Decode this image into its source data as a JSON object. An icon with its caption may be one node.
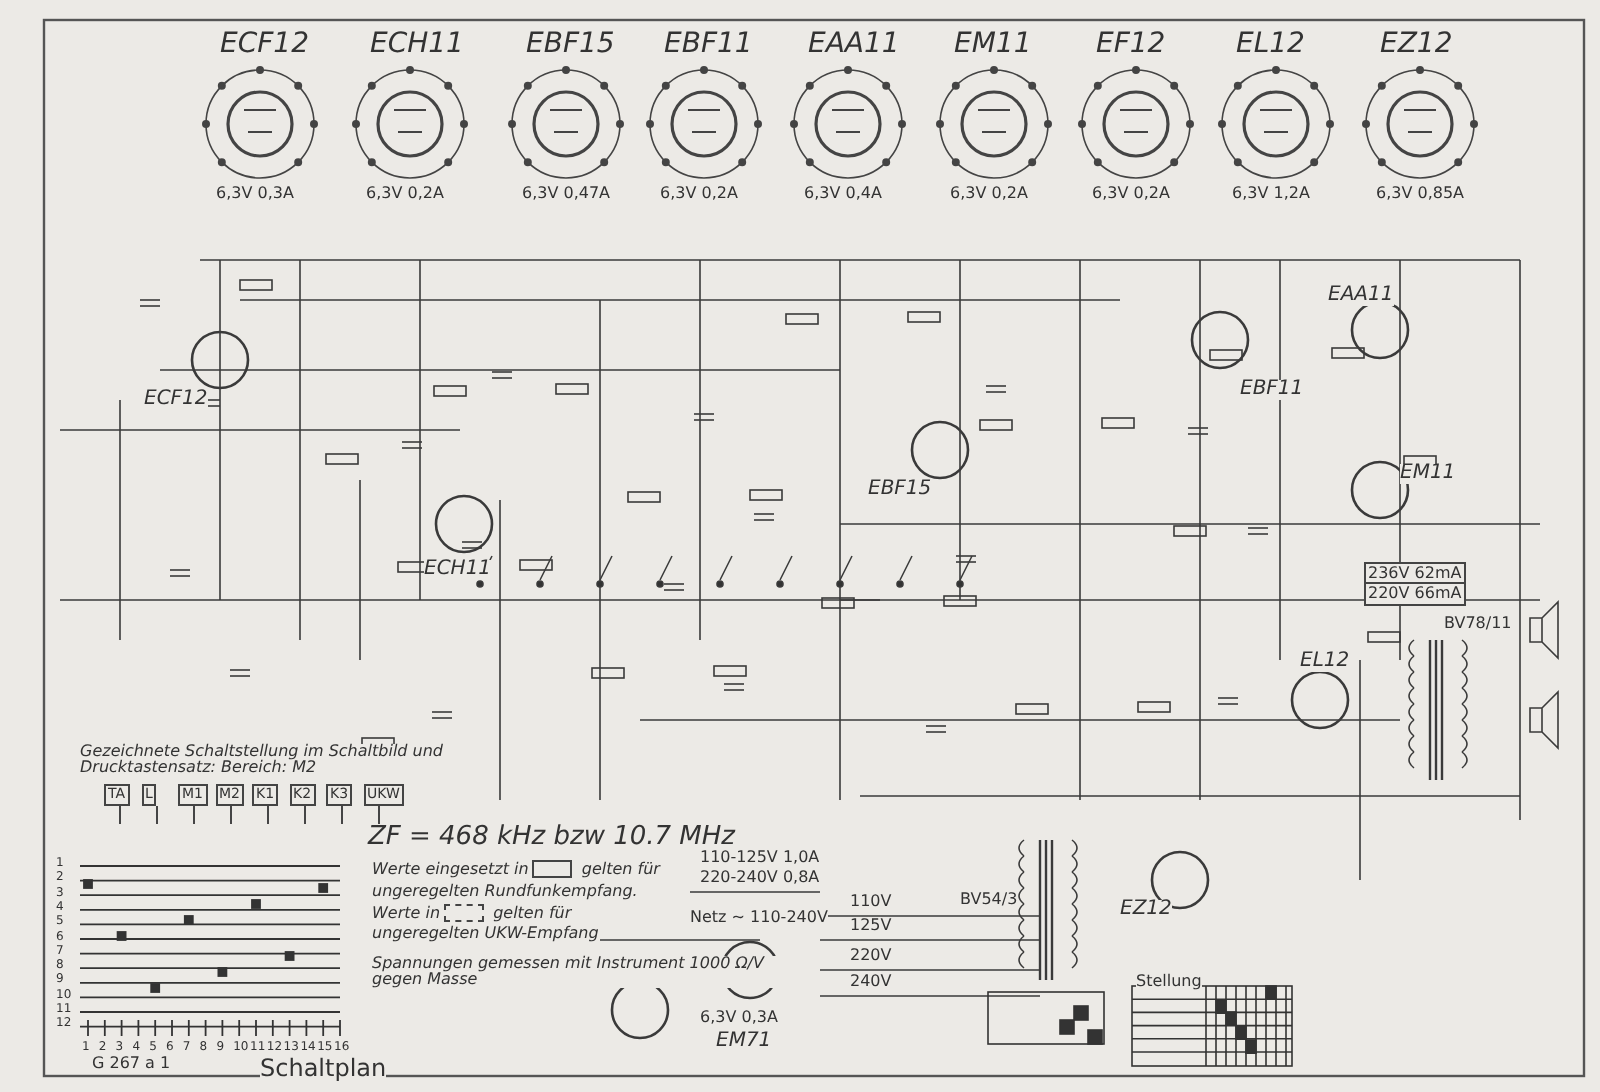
{
  "diagram": {
    "labels": [
      "ECF12",
      "6,3V 0,3A",
      "ECH11",
      "6,3V 0,2A",
      "EBF15",
      "6,3V 0,47A",
      "EBF11",
      "6,3V 0,2A",
      "EAA11",
      "6,3V 0,4A",
      "EM11",
      "6,3V 0,2A",
      "EF12",
      "6,3V 0,2A",
      "EL12",
      "6,3V 1,2A",
      "EZ12",
      "6,3V 0,85A",
      "ECF12",
      "ECH11",
      "EBF15",
      "EBF11",
      "EAA11",
      "EM11",
      "EL12",
      "EZ12",
      "EM71",
      "Gezeichnete Schaltstellung im Schaltbild und Drucktastensatz: Bereich: M2",
      "TA",
      "L",
      "M1",
      "M2",
      "K1",
      "K2",
      "K3",
      "UKW",
      "1",
      "2",
      "3",
      "4",
      "5",
      "6",
      "7",
      "8",
      "9",
      "10",
      "11",
      "12",
      "1",
      "2",
      "3",
      "4",
      "5",
      "6",
      "7",
      "8",
      "9",
      "10",
      "11",
      "12",
      "13",
      "14",
      "15",
      "16",
      "ZF = 468 kHz bzw 10.7 MHz",
      "Werte eingesetzt in",
      "gelten für ungeregelten Rundfunkempfang. Werte in",
      "gelten für ungeregelten UKW-Empfang",
      "Spannungen gemessen mit Instrument 1000 Ω/V gegen Masse",
      "110-125V 1,0A",
      "220-240V 0,8A",
      "BV54/3",
      "Netz ~ 110-240V",
      "110V",
      "125V",
      "220V",
      "240V",
      "6,3V 0,3A",
      "236V 62mA",
      "220V 66mA",
      "BV78/11",
      "Stellung",
      "G 267 a 1",
      "Schaltplan"
    ]
  }
}
